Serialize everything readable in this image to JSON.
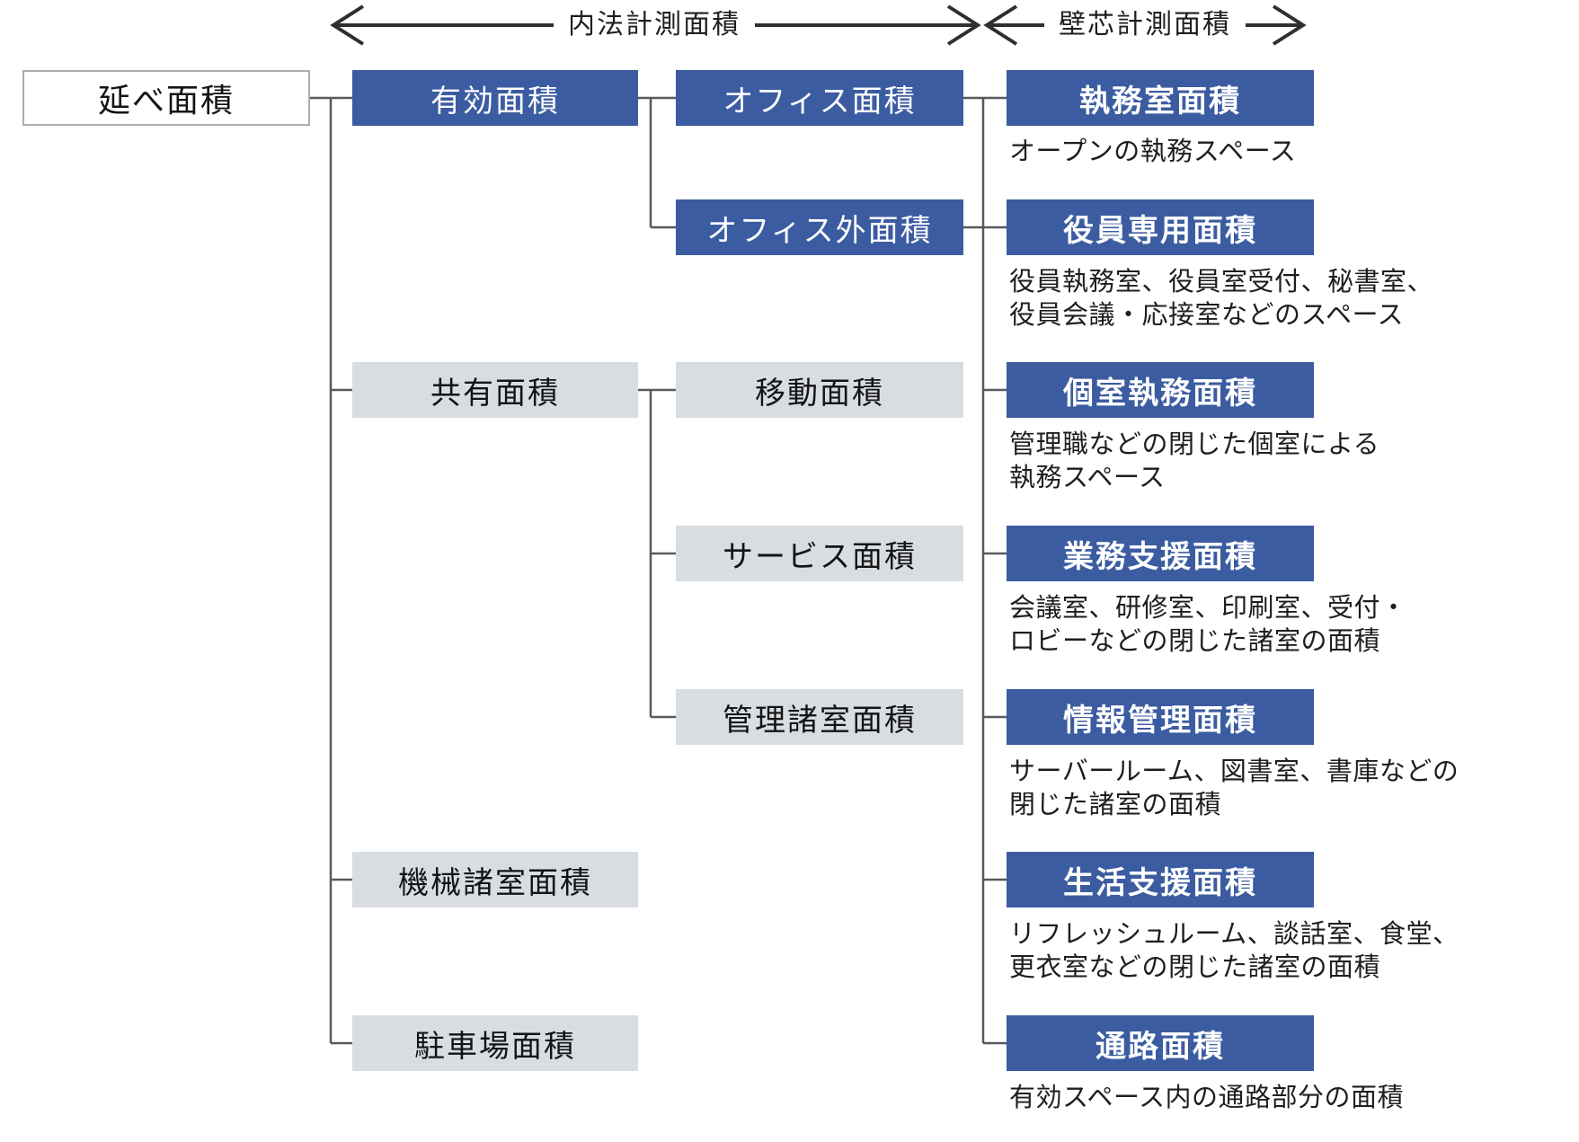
{
  "header": {
    "inside_dimension_label": "内法計測面積",
    "wall_center_label": "壁芯計測面積"
  },
  "tree": {
    "root": {
      "label": "延べ面積"
    },
    "level2": [
      {
        "label": "有効面積",
        "variant": "blue"
      },
      {
        "label": "共有面積",
        "variant": "gray"
      },
      {
        "label": "機械諸室面積",
        "variant": "gray"
      },
      {
        "label": "駐車場面積",
        "variant": "gray"
      }
    ],
    "level3": [
      {
        "label": "オフィス面積",
        "variant": "blue"
      },
      {
        "label": "オフィス外面積",
        "variant": "blue"
      },
      {
        "label": "移動面積",
        "variant": "gray"
      },
      {
        "label": "サービス面積",
        "variant": "gray"
      },
      {
        "label": "管理諸室面積",
        "variant": "gray"
      }
    ],
    "level4": [
      {
        "label": "執務室面積",
        "desc": "オープンの執務スペース"
      },
      {
        "label": "役員専用面積",
        "desc": "役員執務室、役員室受付、秘書室、\n役員会議・応接室などのスペース"
      },
      {
        "label": "個室執務面積",
        "desc": "管理職などの閉じた個室による\n執務スペース"
      },
      {
        "label": "業務支援面積",
        "desc": "会議室、研修室、印刷室、受付・\nロビーなどの閉じた諸室の面積"
      },
      {
        "label": "情報管理面積",
        "desc": "サーバールーム、図書室、書庫などの\n閉じた諸室の面積"
      },
      {
        "label": "生活支援面積",
        "desc": "リフレッシュルーム、談話室、食堂、\n更衣室などの閉じた諸室の面積"
      },
      {
        "label": "通路面積",
        "desc": "有効スペース内の通路部分の面積"
      }
    ]
  },
  "colors": {
    "box_blue": "#3c5ca1",
    "box_gray": "#d8dde2",
    "connector": "#58595b",
    "arrow": "#2f2f2f"
  }
}
